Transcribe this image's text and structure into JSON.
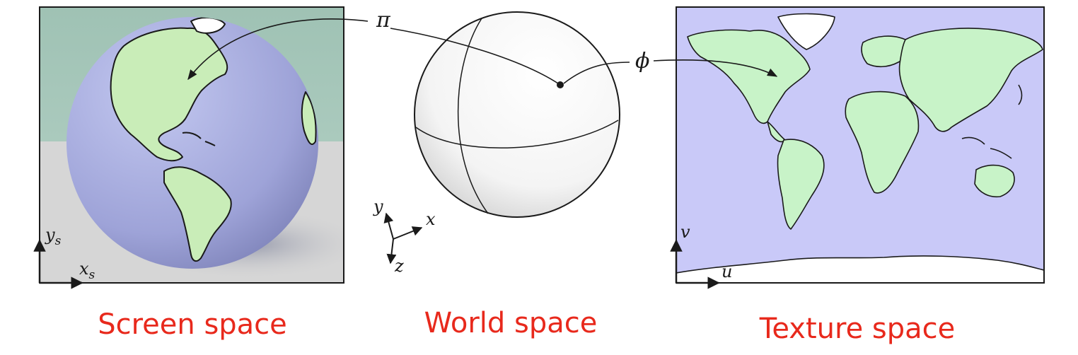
{
  "colors": {
    "caption": "#e8291c",
    "ocean": "#c9c9f8",
    "land": "#c8f3c8",
    "globe": "#a9aee0",
    "backdrop": "#a9cbbf",
    "floor": "#d4d4d4",
    "ink": "#1a1a1a"
  },
  "labels": {
    "pi": "π",
    "phi": "ϕ"
  },
  "screen": {
    "axis_y": "y",
    "axis_y_sub": "s",
    "axis_x": "x",
    "axis_x_sub": "s",
    "caption": "Screen space"
  },
  "world": {
    "axis_y": "y",
    "axis_x": "x",
    "axis_z": "z",
    "caption": "World space"
  },
  "texture": {
    "axis_v": "v",
    "axis_u": "u",
    "caption": "Texture space"
  }
}
